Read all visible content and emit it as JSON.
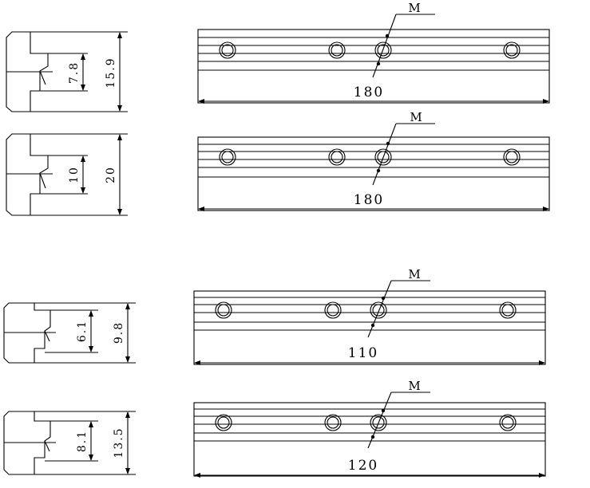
{
  "colors": {
    "ink": "#000000",
    "paper": "#ffffff"
  },
  "rows": [
    {
      "profile": {
        "inner_dim": "7.8",
        "outer_dim": "15.9"
      },
      "bar": {
        "length_label": "180",
        "marker_label": "M"
      }
    },
    {
      "profile": {
        "inner_dim": "10",
        "outer_dim": "20"
      },
      "bar": {
        "length_label": "180",
        "marker_label": "M"
      }
    },
    {
      "profile": {
        "inner_dim": "6.1",
        "outer_dim": "9.8"
      },
      "bar": {
        "length_label": "110",
        "marker_label": "M"
      }
    },
    {
      "profile": {
        "inner_dim": "8.1",
        "outer_dim": "13.5"
      },
      "bar": {
        "length_label": "120",
        "marker_label": "M"
      }
    }
  ]
}
